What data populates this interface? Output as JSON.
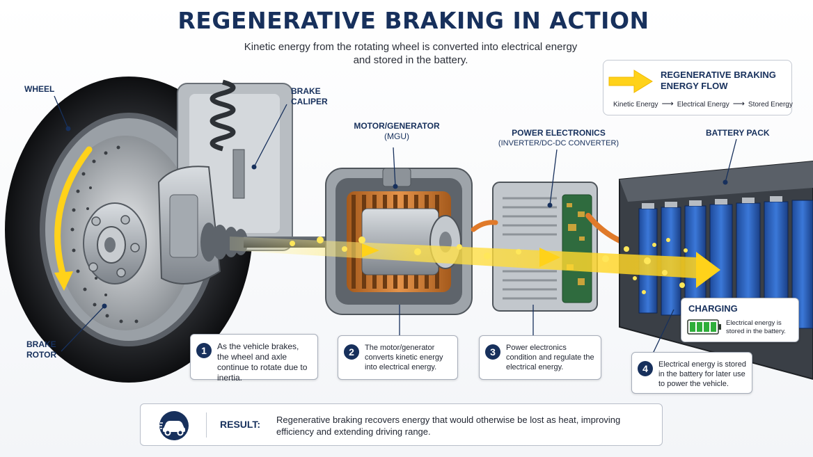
{
  "header": {
    "title": "REGENERATIVE BRAKING IN ACTION",
    "subtitle_line1": "Kinetic energy from the rotating wheel is converted into electrical energy",
    "subtitle_line2": "and stored in the battery."
  },
  "legend": {
    "title": "REGENERATIVE BRAKING ENERGY FLOW",
    "flow": [
      "Kinetic Energy",
      "Electrical Energy",
      "Stored Energy"
    ]
  },
  "labels": {
    "wheel": "WHEEL",
    "brake_caliper": "BRAKE CALIPER",
    "brake_rotor": "BRAKE ROTOR",
    "motor_generator": "MOTOR/GENERATOR",
    "motor_generator_sub": "(MGU)",
    "power_electronics": "POWER ELECTRONICS",
    "power_electronics_sub": "(INVERTER/DC-DC CONVERTER)",
    "battery_pack": "BATTERY PACK"
  },
  "steps": [
    {
      "number": "1",
      "text": "As the vehicle brakes, the wheel and axle continue to rotate due to inertia."
    },
    {
      "number": "2",
      "text": "The motor/generator converts kinetic energy into electrical energy."
    },
    {
      "number": "3",
      "text": "Power electronics condition and regulate the electrical energy."
    },
    {
      "number": "4",
      "text": "Electrical energy is stored in the battery for later use to power the vehicle."
    }
  ],
  "charging": {
    "title": "CHARGING",
    "text": "Electrical energy is stored in the battery.",
    "level": 1.0
  },
  "result": {
    "label": "RESULT:",
    "text": "Regenerative braking recovers energy that would otherwise be lost as heat, improving efficiency and extending driving range."
  },
  "colors": {
    "navy": "#17305c",
    "energy_yellow": "#ffd21a",
    "battery_blue": "#2b5fb8",
    "charge_green": "#2fae3a"
  },
  "icons": [
    "car-icon",
    "energy-arrow-icon",
    "battery-icon"
  ]
}
